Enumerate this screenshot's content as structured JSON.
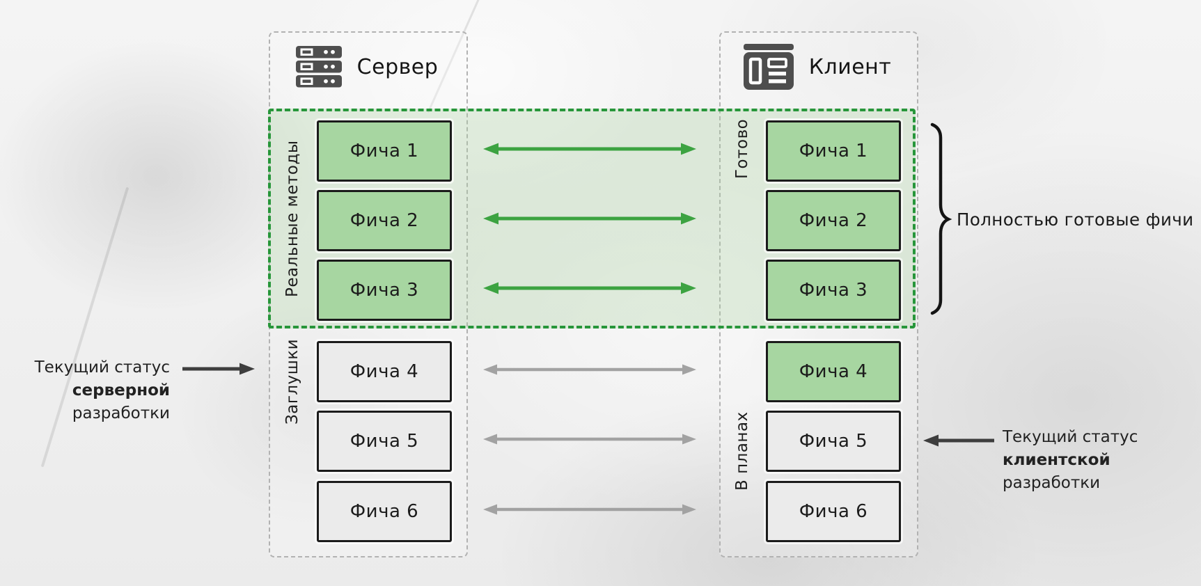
{
  "server": {
    "title": "Сервер",
    "icon": "server-rack-icon",
    "group_labels": {
      "top": "Реальные методы",
      "bottom": "Заглушки"
    },
    "features": [
      "Фича 1",
      "Фича 2",
      "Фича 3",
      "Фича 4",
      "Фича 5",
      "Фича 6"
    ],
    "feature_status": [
      "real",
      "real",
      "real",
      "stub",
      "stub",
      "stub"
    ]
  },
  "client": {
    "title": "Клиент",
    "icon": "browser-window-icon",
    "group_labels": {
      "top": "Готово",
      "bottom": "В планах"
    },
    "features": [
      "Фича 1",
      "Фича 2",
      "Фича 3",
      "Фича 4",
      "Фича 5",
      "Фича 6"
    ],
    "feature_status": [
      "done",
      "done",
      "done",
      "done",
      "planned",
      "planned"
    ]
  },
  "annotations": {
    "fully_ready": "Полностью готовые фичи",
    "server_status": {
      "line1": "Текущий статус",
      "line2_bold": "серверной",
      "line3": "разработки"
    },
    "client_status": {
      "line1": "Текущий статус",
      "line2_bold": "клиентской",
      "line3": "разработки"
    }
  },
  "colors": {
    "ready_fill": "#a7d6a1",
    "stub_fill": "#ebebeb",
    "ready_group_border": "#27963a",
    "active_arrow": "#3ca341",
    "inactive_arrow": "#a2a2a2",
    "annotation_arrow": "#3e3e3e",
    "icon_color": "#4e4e4e",
    "box_border": "#1b1b1b"
  }
}
